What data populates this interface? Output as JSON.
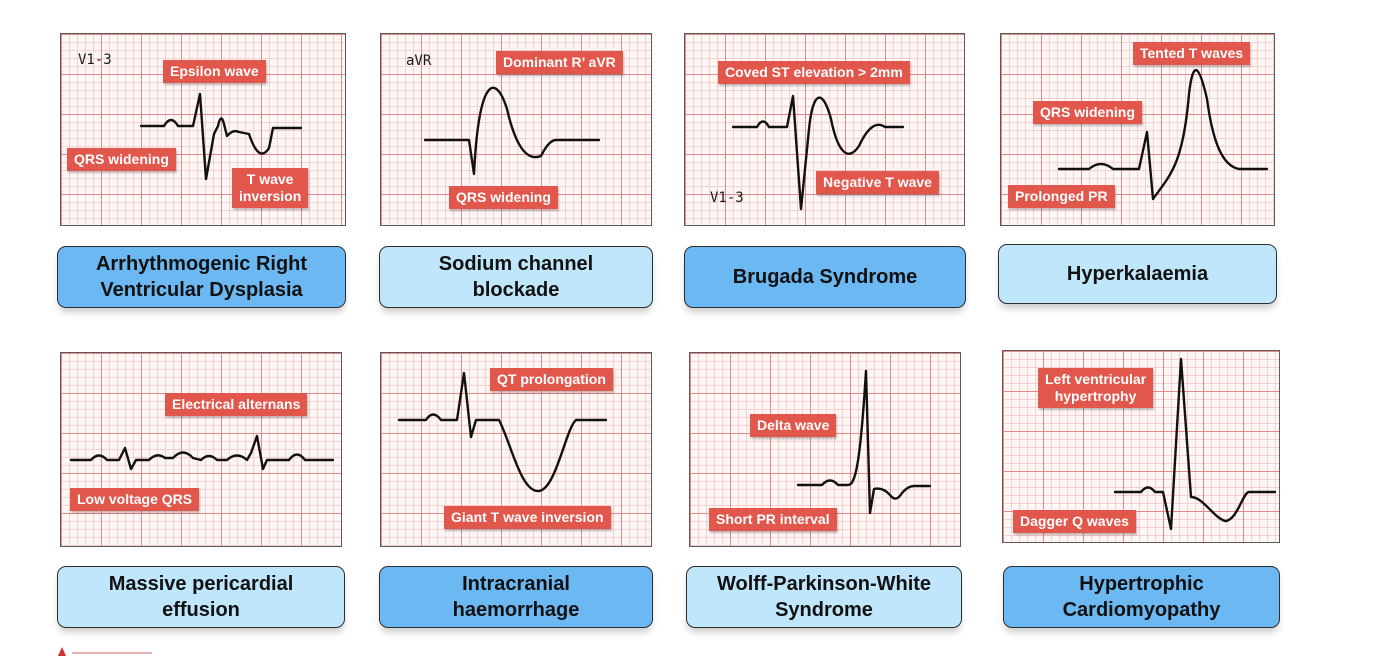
{
  "cards": [
    {
      "lead": "V1-3",
      "title": "Arrhythmogenic Right\nVentricular Dysplasia",
      "labels": [
        "Epsilon wave",
        "QRS widening",
        "T wave\ninversion"
      ]
    },
    {
      "lead": "aVR",
      "title": "Sodium channel\nblockade",
      "labels": [
        "Dominant R’ aVR",
        "QRS widening"
      ]
    },
    {
      "lead": "V1-3",
      "title": "Brugada Syndrome",
      "labels": [
        "Coved ST elevation > 2mm",
        "Negative T wave"
      ]
    },
    {
      "lead": "",
      "title": "Hyperkalaemia",
      "labels": [
        "Tented T waves",
        "QRS widening",
        "Prolonged PR"
      ]
    },
    {
      "lead": "",
      "title": "Massive pericardial\neffusion",
      "labels": [
        "Electrical alternans",
        "Low voltage QRS"
      ]
    },
    {
      "lead": "",
      "title": "Intracranial\nhaemorrhage",
      "labels": [
        "QT prolongation",
        "Giant T wave inversion"
      ]
    },
    {
      "lead": "",
      "title": "Wolff-Parkinson-White\nSyndrome",
      "labels": [
        "Delta wave",
        "Short PR interval"
      ]
    },
    {
      "lead": "",
      "title": "Hypertrophic\nCardiomyopathy",
      "labels": [
        "Left ventricular\nhypertrophy",
        "Dagger Q waves"
      ]
    }
  ],
  "colors": {
    "label_bg": "#e2574c",
    "title_dark": "#6cb8f2",
    "title_light": "#bfe6fb",
    "grid_major": "#e58a8a",
    "grid_minor": "#f6cfcf"
  }
}
